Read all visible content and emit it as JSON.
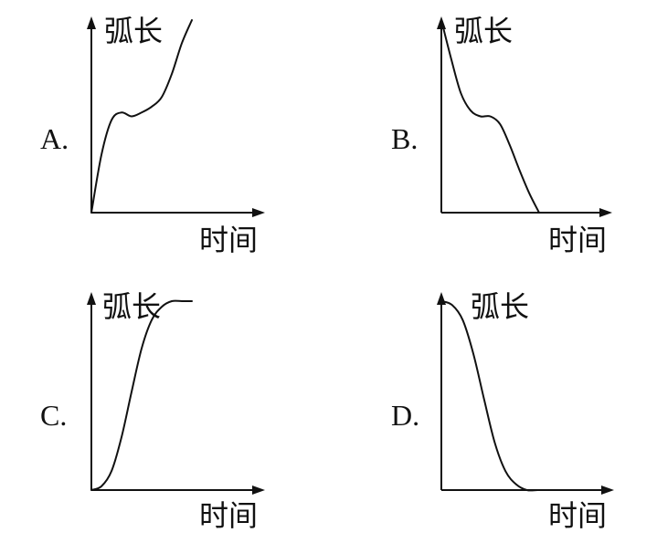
{
  "chart_data": [
    {
      "type": "line",
      "option": "A.",
      "ylabel": "弧长",
      "xlabel": "时间",
      "shape": "increasing: rises steeply, flattens at middle, then rises steeply again",
      "x": [
        0,
        0.1,
        0.2,
        0.3,
        0.4,
        0.5,
        0.6,
        0.7,
        0.8,
        0.9,
        1.0
      ],
      "values": [
        0.0,
        0.3,
        0.48,
        0.52,
        0.5,
        0.52,
        0.55,
        0.6,
        0.72,
        0.88,
        1.0
      ],
      "xlim": [
        0,
        1
      ],
      "ylim": [
        0,
        1
      ]
    },
    {
      "type": "line",
      "option": "B.",
      "ylabel": "弧长",
      "xlabel": "时间",
      "shape": "decreasing: falls steeply, flattens at middle, then falls steeply to zero",
      "x": [
        0,
        0.1,
        0.2,
        0.3,
        0.4,
        0.5,
        0.6,
        0.7,
        0.8,
        0.9,
        1.0
      ],
      "values": [
        1.0,
        0.8,
        0.62,
        0.53,
        0.5,
        0.5,
        0.46,
        0.35,
        0.22,
        0.1,
        0.0
      ],
      "xlim": [
        0,
        1
      ],
      "ylim": [
        0,
        1
      ]
    },
    {
      "type": "line",
      "option": "C.",
      "ylabel": "弧长",
      "xlabel": "时间",
      "shape": "increasing S-shape: slow start, steep middle, flattens at top",
      "x": [
        0,
        0.1,
        0.2,
        0.3,
        0.4,
        0.5,
        0.6,
        0.7,
        0.8,
        0.9,
        1.0
      ],
      "values": [
        0.0,
        0.02,
        0.1,
        0.28,
        0.52,
        0.75,
        0.9,
        0.97,
        1.0,
        1.0,
        1.0
      ],
      "xlim": [
        0,
        1
      ],
      "ylim": [
        0,
        1
      ]
    },
    {
      "type": "line",
      "option": "D.",
      "ylabel": "弧长",
      "xlabel": "时间",
      "shape": "decreasing reverse S-shape: flat start, steep middle, flattens at zero",
      "x": [
        0,
        0.1,
        0.2,
        0.3,
        0.4,
        0.5,
        0.6,
        0.7,
        0.8,
        0.9,
        1.0
      ],
      "values": [
        1.0,
        0.98,
        0.9,
        0.72,
        0.48,
        0.25,
        0.1,
        0.03,
        0.0,
        0.0,
        0.0
      ],
      "xlim": [
        0,
        1
      ],
      "ylim": [
        0,
        1
      ]
    }
  ]
}
